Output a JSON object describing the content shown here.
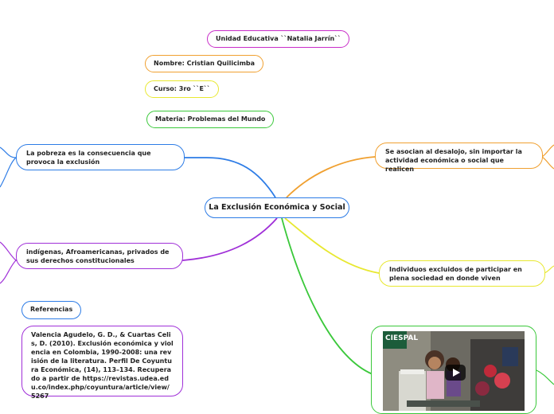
{
  "map": {
    "central_topic": "La Exclusión Económica y Social",
    "header_nodes": [
      {
        "text": "Unidad Educativa ``Natalia Jarrín``",
        "color": "#c82cc8"
      },
      {
        "text": "Nombre: Cristian Quilicimba",
        "color": "#f0a030"
      },
      {
        "text": "Curso: 3ro ``E``",
        "color": "#e8e830"
      },
      {
        "text": "Materia: Problemas del Mundo",
        "color": "#3ac83a"
      }
    ],
    "branches": [
      {
        "text": "La pobreza es la consecuencia que provoca la exclusión",
        "color": "#2d7ce6"
      },
      {
        "text": "indígenas, Afroamericanas, privados de sus derechos constitucionales",
        "color": "#a030d8"
      },
      {
        "text": "Se asocian al desalojo, sin importar la actividad económica o social que realicen",
        "color": "#f0a030"
      },
      {
        "text": "Individuos excluidos de participar en plena sociedad en donde viven",
        "color": "#e8e830"
      }
    ],
    "video": {
      "label": "CIESPAL",
      "color": "#3ac83a"
    },
    "references": {
      "title": "Referencias",
      "citation": "Valencia Agudelo, G. D., & Cuartas Celis, D. (2010). Exclusión económica y violencia en Colombia, 1990-2008: una revisión de la literatura. Perfil De Coyuntura Económica, (14), 113–134. Recuperado a partir de https://revistas.udea.edu.co/index.php/coyuntura/article/view/5267",
      "color": "#a030d8"
    }
  }
}
